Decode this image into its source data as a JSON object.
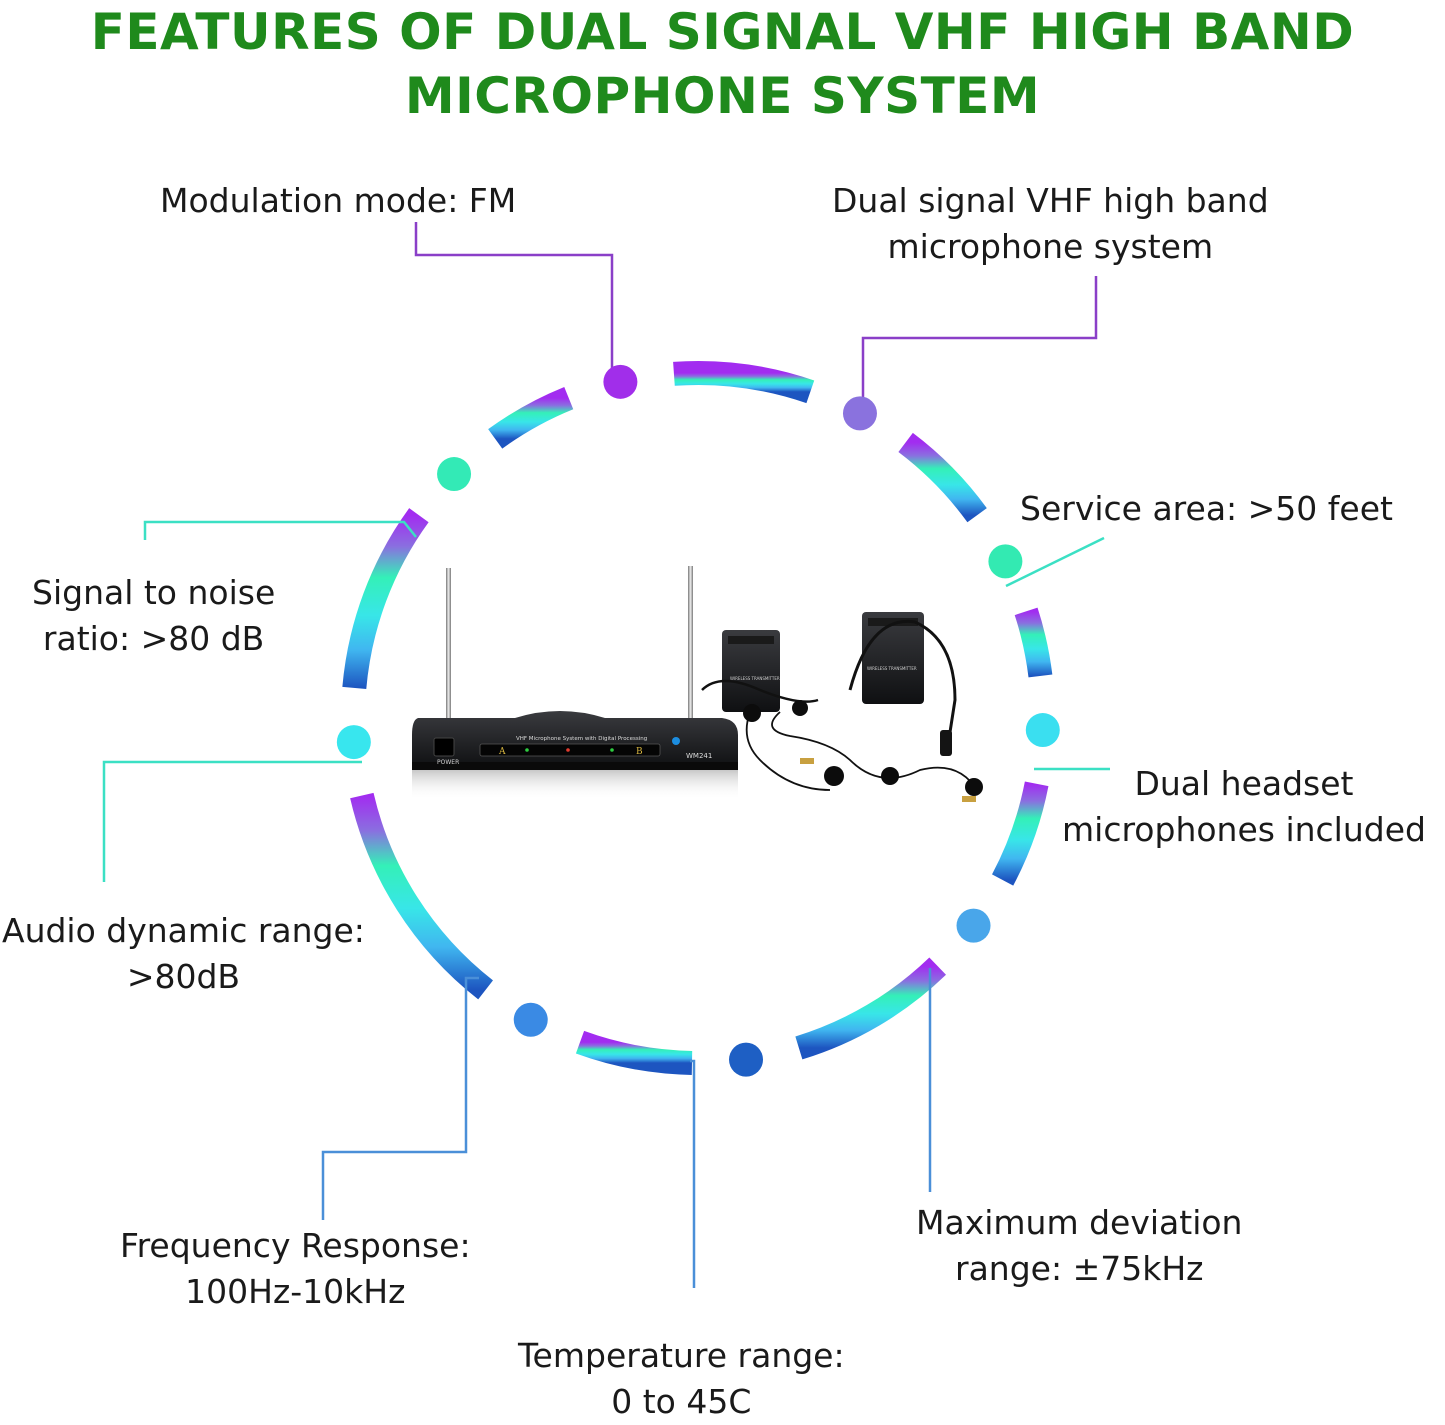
{
  "title": "FEATURES  OF DUAL SIGNAL VHF HIGH BAND\nMICROPHONE SYSTEM",
  "features": [
    "Modulation mode: FM",
    "Dual signal VHF high band\nmicrophone system",
    "Service area: >50 feet",
    "Dual headset\nmicrophones included",
    "Maximum deviation\nrange: ±75kHz",
    "Temperature range:\n0 to 45C",
    "Frequency Response:\n100Hz-10kHz",
    "Audio dynamic range:\n>80dB",
    "Signal to noise\nratio: >80 dB"
  ],
  "product_image": {
    "receiver_text": "VHF Microphone System with Digital Processing",
    "receiver_model": "WM241",
    "transmitter_text": "WIRELESS TRANSMITTER",
    "power_label": "POWER",
    "channel_a": "A",
    "channel_b": "B"
  },
  "colors": {
    "title": "#1f8a1c",
    "ring_top": "#9b30ee",
    "ring_upper_mid": "#8b78e6",
    "ring_mid": "#33eeb0",
    "ring_lower_mid": "#3fd8f2",
    "ring_bottom": "#1e5fc4",
    "leader_purple": "#8a3fc8",
    "leader_teal": "#3be0c4",
    "leader_blue": "#4a8fd8"
  }
}
